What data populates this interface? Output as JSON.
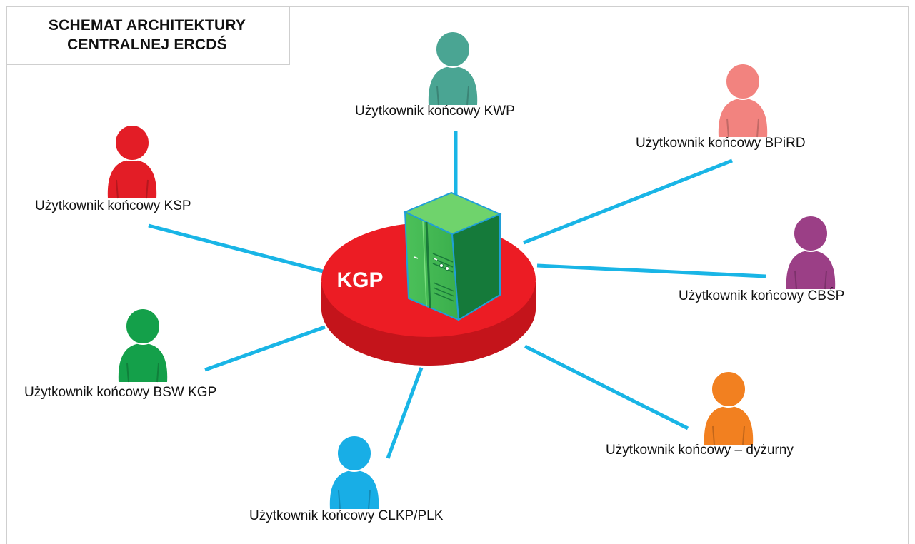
{
  "title": {
    "line1": "SCHEMAT ARCHITEKTURY",
    "line2": "CENTRALNEJ ERCDŚ"
  },
  "hub": {
    "label": "KGP",
    "color": "#ec1c24",
    "server_color": "#2bb34a"
  },
  "connector_color": "#19b5e6",
  "users": [
    {
      "id": "kwp",
      "label": "Użytkownik końcowy KWP",
      "color": "#4aa593"
    },
    {
      "id": "bpird",
      "label": "Użytkownik końcowy BPiRD",
      "color": "#f2837f"
    },
    {
      "id": "ksp",
      "label": "Użytkownik końcowy KSP",
      "color": "#e31d26"
    },
    {
      "id": "cbsp",
      "label": "Użytkownik końcowy CBŚP",
      "color": "#9b3f86"
    },
    {
      "id": "bsw",
      "label": "Użytkownik końcowy BSW KGP",
      "color": "#14a04a"
    },
    {
      "id": "dyz",
      "label": "Użytkownik końcowy – dyżurny",
      "color": "#f28020"
    },
    {
      "id": "clkp",
      "label": "Użytkownik końcowy CLKP/PLK",
      "color": "#18aee6"
    }
  ]
}
